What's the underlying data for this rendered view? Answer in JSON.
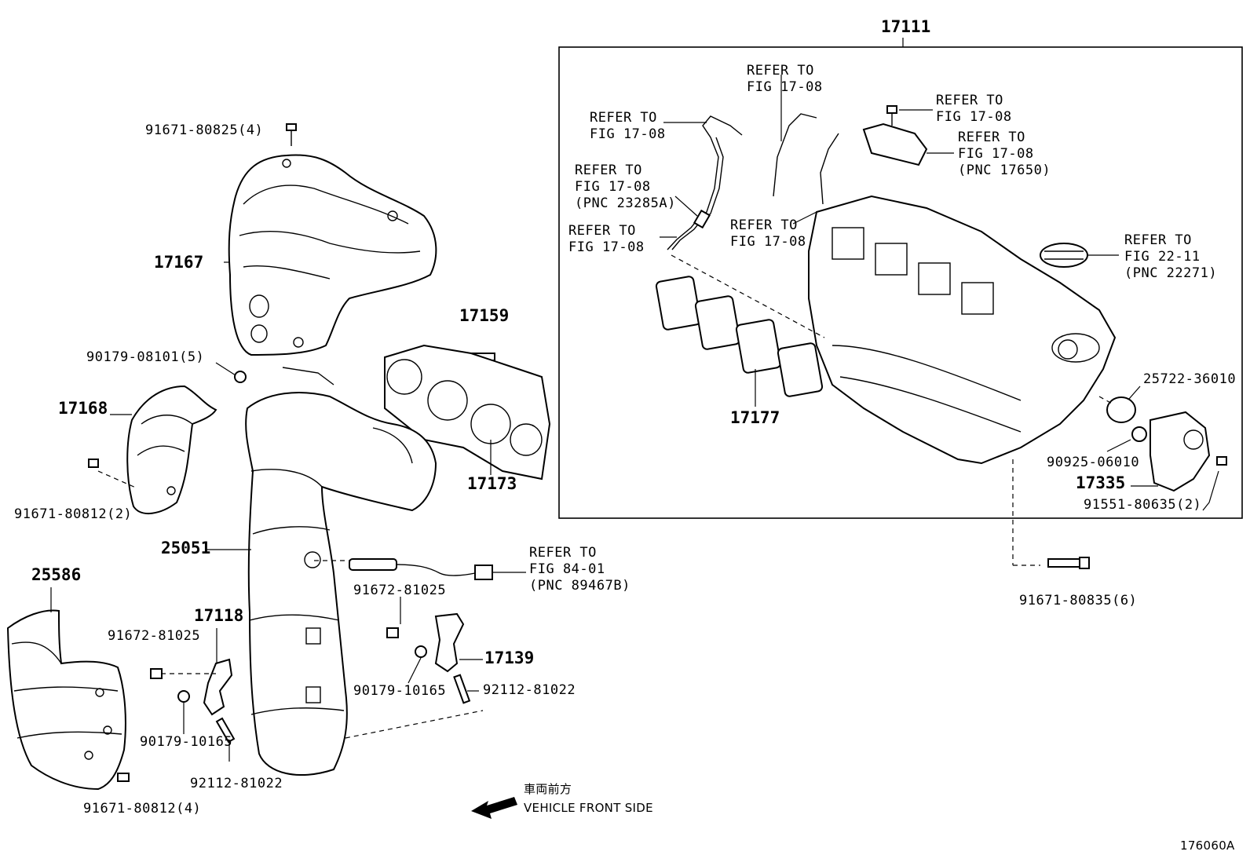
{
  "labels": {
    "p17111": "17111",
    "p91671_80825": "91671-80825(4)",
    "p17167": "17167",
    "p17159": "17159",
    "p90179_08101": "90179-08101(5)",
    "p17168": "17168",
    "p91671_80812_2": "91671-80812(2)",
    "p17173": "17173",
    "p25051": "25051",
    "p25586": "25586",
    "p17118": "17118",
    "p91672_81025_a": "91672-81025",
    "p91672_81025_b": "91672-81025",
    "p17139": "17139",
    "p90179_10165_a": "90179-10165",
    "p90179_10165_b": "90179-10165",
    "p92112_81022_a": "92112-81022",
    "p92112_81022_b": "92112-81022",
    "p91671_80812_4": "91671-80812(4)",
    "p17177": "17177",
    "p25722_36010": "25722-36010",
    "p90925_06010": "90925-06010",
    "p17335": "17335",
    "p91551_80635": "91551-80635(2)",
    "p91671_80835": "91671-80835(6)",
    "ref_a": "REFER TO\nFIG 17-08",
    "ref_b": "REFER TO\nFIG 17-08",
    "ref_c": "REFER TO\nFIG 17-08\n(PNC 23285A)",
    "ref_d": "REFER TO\nFIG 17-08",
    "ref_e": "REFER TO\nFIG 17-08",
    "ref_f": "REFER TO\nFIG 17-08",
    "ref_g": "REFER TO\nFIG 17-08\n(PNC 17650)",
    "ref_h": "REFER TO\nFIG 22-11\n(PNC 22271)",
    "ref_i": "REFER TO\nFIG 84-01\n(PNC 89467B)",
    "front_jp": "車両前方",
    "front_en": "VEHICLE FRONT SIDE",
    "figure_id": "176060A"
  }
}
